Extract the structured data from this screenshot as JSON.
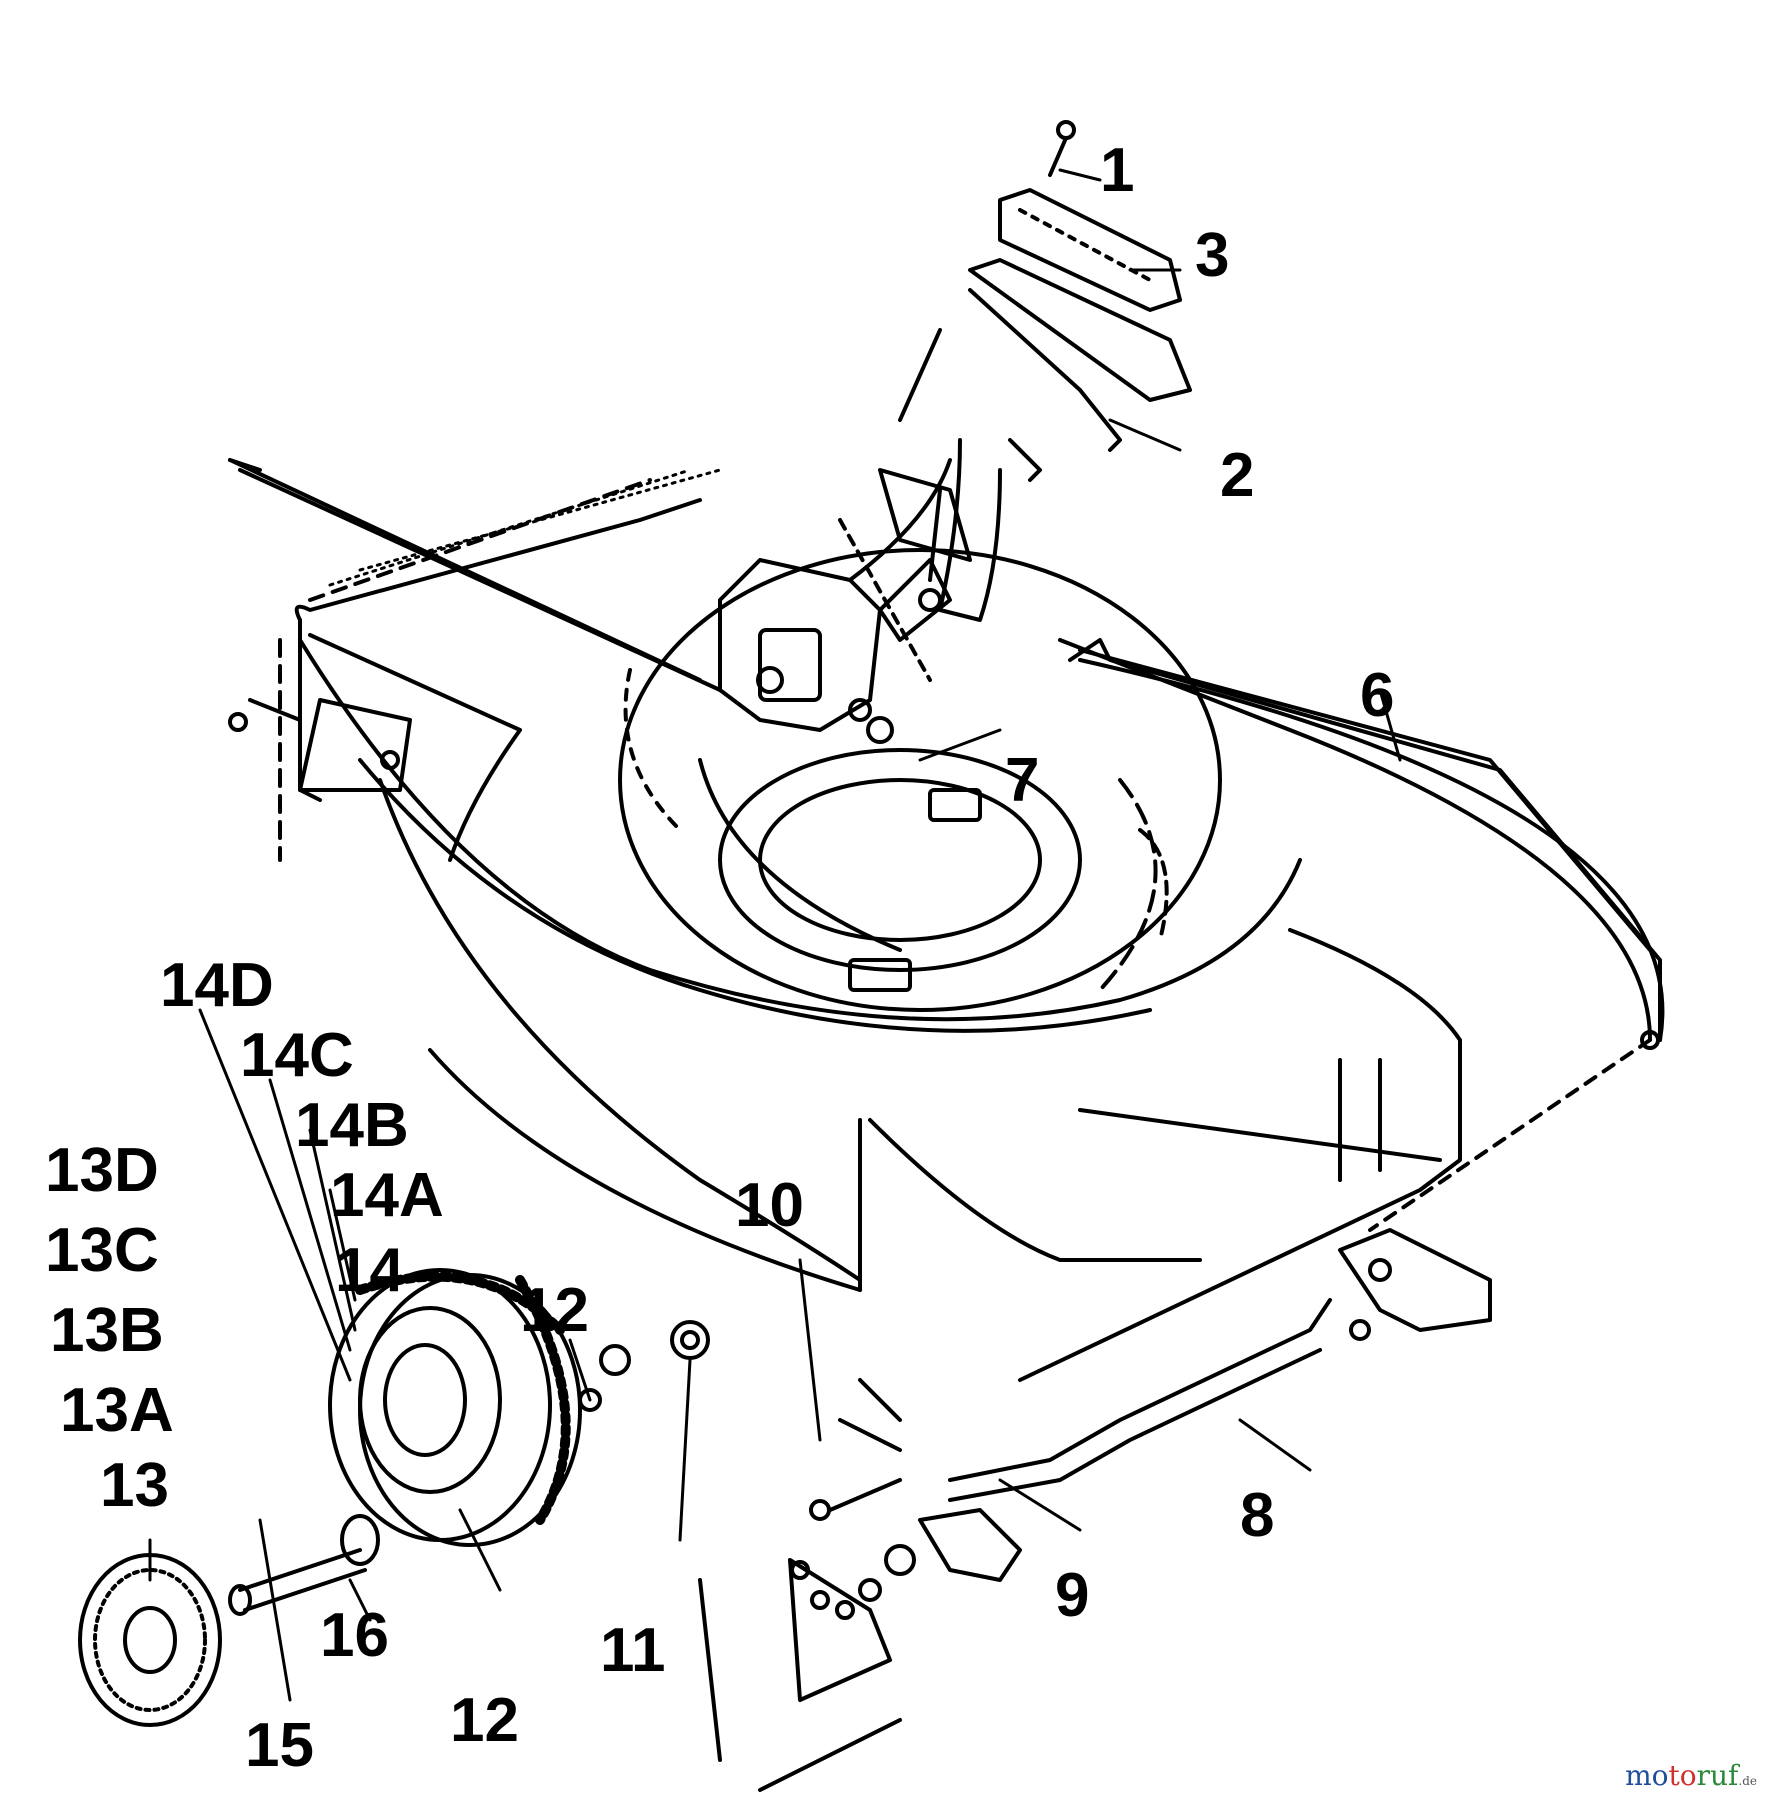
{
  "labels": {
    "l1": "1",
    "l2": "2",
    "l3": "3",
    "l6": "6",
    "l7": "7",
    "l8": "8",
    "l9": "9",
    "l10": "10",
    "l11": "11",
    "l12a": "12",
    "l12b": "12",
    "l13": "13",
    "l13a": "13A",
    "l13b": "13B",
    "l13c": "13C",
    "l13d": "13D",
    "l14": "14",
    "l14a": "14A",
    "l14b": "14B",
    "l14c": "14C",
    "l14d": "14D",
    "l15": "15",
    "l16": "16"
  },
  "watermark": {
    "part1": "mo",
    "part2": "to",
    "part3": "ruf",
    "suffix": ".de"
  }
}
